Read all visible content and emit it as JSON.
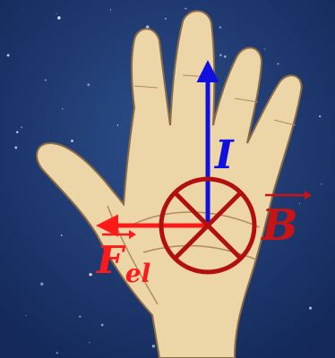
{
  "labels": {
    "current": "I",
    "field": "B",
    "force_letter": "F",
    "force_subscript": "el"
  },
  "colors": {
    "current_arrow": "#1010e0",
    "current_label": "#1010e0",
    "field_label": "#c81414",
    "force_arrow": "#ff1a1a",
    "force_label": "#ff1a1a",
    "field_symbol": "#b21010",
    "background_space": "#1f3a6e",
    "skin": "#ecd5a6",
    "skin_outline": "#8a6a45"
  },
  "symbols": {
    "field_into_page": "circle-with-cross-icon",
    "vector_arrow": "over-arrow-icon"
  }
}
